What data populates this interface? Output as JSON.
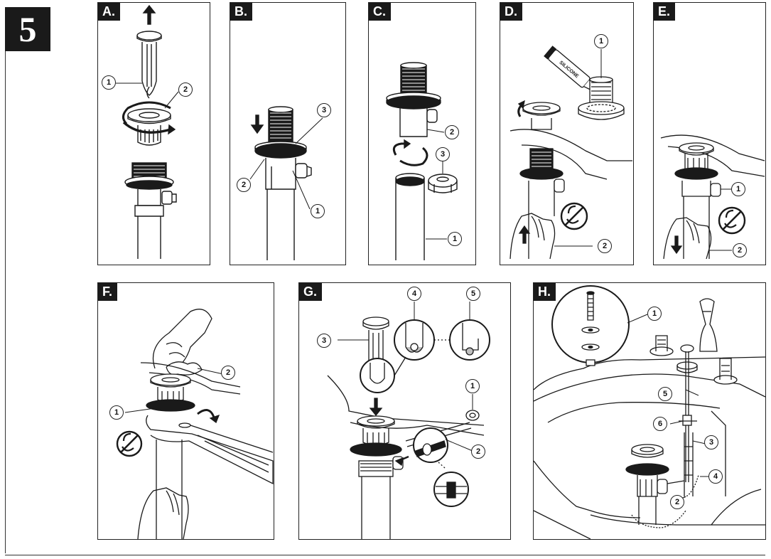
{
  "step_number": "5",
  "colors": {
    "ink": "#1a1a1a",
    "paper": "#ffffff",
    "shade": "#bfbfbf"
  },
  "panels": {
    "A": {
      "label": "A.",
      "callouts": [
        "1",
        "2"
      ]
    },
    "B": {
      "label": "B.",
      "callouts": [
        "3",
        "2",
        "1"
      ]
    },
    "C": {
      "label": "C.",
      "callouts": [
        "2",
        "3",
        "1"
      ]
    },
    "D": {
      "label": "D.",
      "callouts": [
        "1",
        "2"
      ],
      "tube_text": "SILICONE"
    },
    "E": {
      "label": "E.",
      "callouts": [
        "1",
        "2"
      ]
    },
    "F": {
      "label": "F.",
      "callouts": [
        "2",
        "1"
      ]
    },
    "G": {
      "label": "G.",
      "callouts": [
        "4",
        "5",
        "3",
        "1",
        "2"
      ]
    },
    "H": {
      "label": "H.",
      "callouts": [
        "1",
        "5",
        "6",
        "3",
        "4",
        "2"
      ]
    }
  },
  "icons": [
    "arrow-up-icon",
    "arrow-down-icon",
    "rotate-icon",
    "no-rotate-icon",
    "hand-icon",
    "wrench-icon"
  ]
}
